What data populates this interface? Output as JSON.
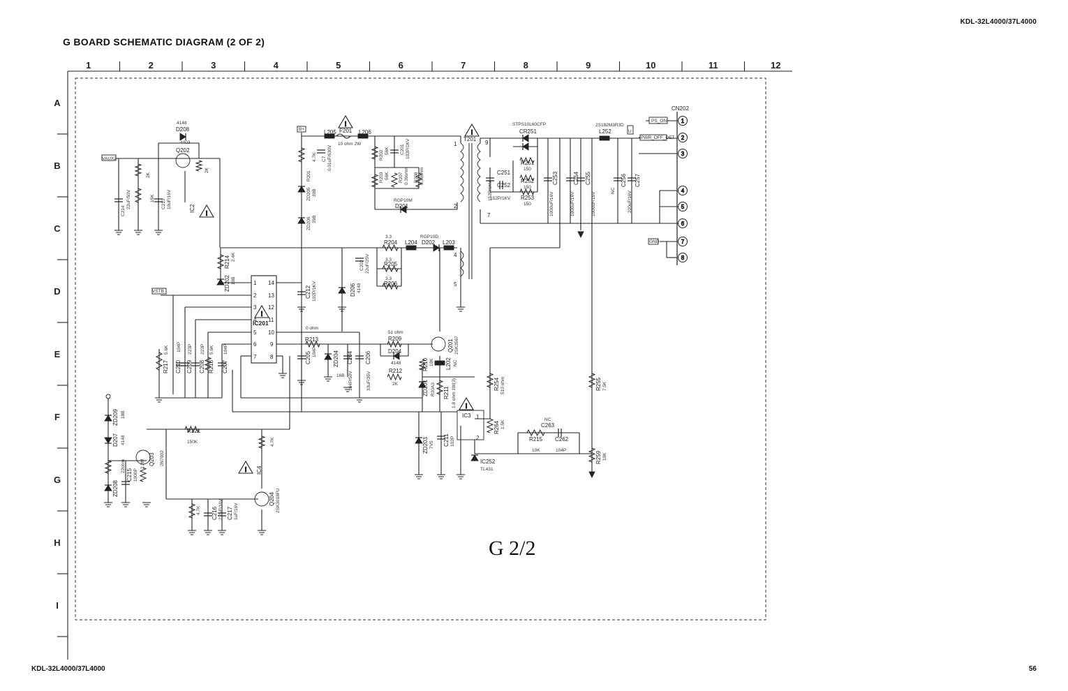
{
  "header": {
    "model": "KDL-32L4000/37L4000"
  },
  "title": "G BOARD SCHEMATIC DIAGRAM (2 OF 2)",
  "footer": {
    "model": "KDL-32L4000/37L4000",
    "page_number": "56"
  },
  "grid": {
    "columns": [
      "1",
      "2",
      "3",
      "4",
      "5",
      "6",
      "7",
      "8",
      "9",
      "10",
      "11",
      "12"
    ],
    "rows": [
      "A",
      "B",
      "C",
      "D",
      "E",
      "F",
      "G",
      "H",
      "I"
    ]
  },
  "sheet_label": "G 2/2",
  "components": {
    "d208": "D208",
    "d208_v": "4148",
    "q202": "Q202",
    "q202_v": "4403",
    "c214": "C214",
    "c214_v": "22uF/50V",
    "r_2k": "2K",
    "r_15k": "15K",
    "c213": "C213",
    "c213_v": "10uF/16V",
    "ic2": "IC2",
    "r201": "R201",
    "r201_v": "4.7K",
    "c7": "C7",
    "c7_v": "0.01uF/630V",
    "zd205": "ZD205",
    "zd205_v": "39B",
    "zd206": "ZD206",
    "zd206_v": "39B",
    "l205": "L205",
    "f201": "F201",
    "f201_v": "10 ohm 2W",
    "l206": "L206",
    "r202": "R202",
    "r202_v": "56K",
    "c201": "C201",
    "c201_v": "102P/1KV",
    "r203": "R203",
    "r203_v": "56K",
    "r207": "R207",
    "r207_v": "0.39ohm",
    "r208": "R208",
    "r208_v": "0.39ohm",
    "d201": "D201",
    "d201_v": "RGP10M",
    "t201": "T201",
    "cr251": "CR251",
    "cr251_v": "STPS10L60CFP",
    "l252": "L252",
    "l252_v": "2S182M3R3D",
    "c251": "C251",
    "c251_v": "152P/1KV",
    "r251": "R251",
    "r251_v": "150",
    "r252": "R252",
    "r252_v": "150",
    "r253": "R253",
    "r253_v": "150",
    "c252": "C252",
    "c252_v": "152P/1KV",
    "c253": "C253",
    "c253_v": "1000uF/16V",
    "c254": "C254",
    "c254_v": "1000uF/16V",
    "c255": "C255",
    "c255_v": "1000uF/16V",
    "c256": "C256",
    "c256_v": "NC",
    "c257": "C257",
    "c257_v": "220uF/16V",
    "cn202": "CN202",
    "ps_on": "PS_ON",
    "pwr_off_det": "PWR_OFF_DET",
    "r204": "R204",
    "r205": "R205",
    "r206": "R206",
    "r_3_3": "3.3",
    "l204": "L204",
    "d202": "D202",
    "d202_v": "RGP10D",
    "l203": "L203",
    "c202": "C202",
    "c202_v": "22uF/25V",
    "r214": "R214",
    "r214_v": "2.4K",
    "zd202": "ZD202",
    "zd202_v": "10B",
    "c212": "C212",
    "c212_v": "102P/1KV",
    "d206": "D206",
    "d206_v": "4148",
    "ic201": "IC201",
    "r213": "R213",
    "r213_v": "0 ohm",
    "c205": "C205",
    "c205_v": "104P",
    "zd204": "ZD204",
    "zd204_v": "16B",
    "c204": "C204",
    "c204_v": "104P/50V",
    "c206": "C206",
    "c206_v": "33uF/35V",
    "r209": "R209",
    "r209_v": "51 ohm",
    "d204": "D204",
    "d204_v": "4148",
    "q201": "Q201",
    "q201_v": "2SK3567",
    "r210": "R210",
    "r210_v": "10K",
    "l202": "L202",
    "nc": "NC",
    "r212": "R212",
    "r212_v": "2K",
    "zd201": "ZD201",
    "zd201_v": "R20A3",
    "r211": "R211",
    "r211_v": "1.8 ohm 1W(3)",
    "r217": "R217",
    "r217_v": "5.6K",
    "c210": "C210",
    "c210_v": "104P",
    "c209": "C209",
    "c209_v": "223P",
    "c208": "C208",
    "c208_v": "223P",
    "r218": "R218",
    "r218_v": "5.6K",
    "c207": "C207",
    "c207_v": "104P",
    "r254": "R254",
    "r254_v": "510 ohm",
    "r255": "R255",
    "r255_v": "7.5K",
    "ic3": "IC3",
    "r264": "R264",
    "r264_v": "1.5K",
    "c263": "C263",
    "r215": "R215",
    "r215_v": "10K",
    "c262": "C262",
    "c262_v": "104P",
    "ic252": "IC252",
    "ic252_v": "TL431",
    "r259": "R259",
    "r259_v": "10K",
    "zd203": "ZD203",
    "zd203_v": "7V5",
    "c211": "C211",
    "c211_v": "102P",
    "zd209": "ZD209",
    "zd209_v": "18B",
    "d207": "D207",
    "d207_v": "4148",
    "r221": "R221",
    "r221_v": "150K",
    "q203": "Q203",
    "q203_v": "2N7002",
    "zd208": "ZD208",
    "c215": "C215",
    "c215_v": "1000P",
    "r_22ohm": "22ohm",
    "r_22m": "2.2M",
    "r_47k": "4.7K",
    "ic4": "IC4",
    "q204": "Q204",
    "q204_v": "2SK3018FU",
    "c216": "C216",
    "c216_v": "2.2uF/16V",
    "c217": "C217",
    "c217_v": "1uF/16V",
    "v_label": "VAUX2",
    "b_label": "B+",
    "vstb_label": "VSTB",
    "gnd_label": "GND",
    "u_label": "U"
  }
}
